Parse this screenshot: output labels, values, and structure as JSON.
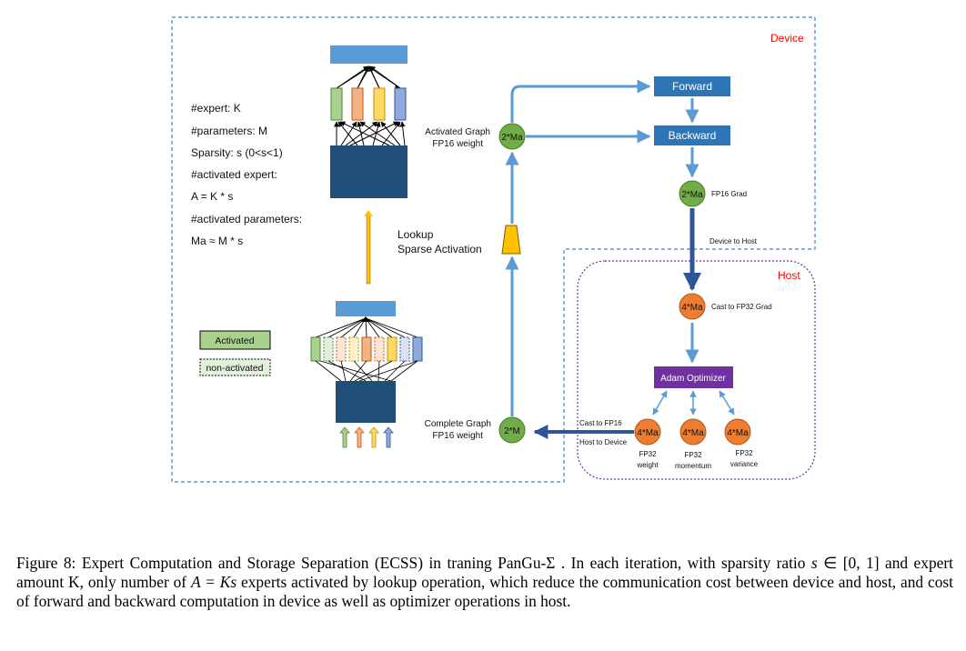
{
  "diagram": {
    "device_label": "Device",
    "host_label": "Host",
    "stats": {
      "experts": "#expert: K",
      "parameters": "#parameters: M",
      "sparsity": "Sparsity: s (0<s<1)",
      "activated_expert": "#activated expert:",
      "activated_expert_formula": "A = K * s",
      "activated_parameters": "#activated parameters:",
      "activated_parameters_formula": "Ma ≈ M * s"
    },
    "legend": {
      "activated": "Activated",
      "non_activated": "non-activated"
    },
    "lookup_label_1": "Lookup",
    "lookup_label_2": "Sparse Activation",
    "activated_graph_1": "Activated Graph",
    "activated_graph_2": "FP16 weight",
    "activated_node": "2*Ma",
    "complete_graph_1": "Complete Graph",
    "complete_graph_2": "FP16 weight",
    "complete_node": "2*M",
    "forward": "Forward",
    "backward": "Backward",
    "grad_node": "2*Ma",
    "grad_label": "FP16 Grad",
    "device_to_host": "Device to Host",
    "fp32_grad_node": "4*Ma",
    "fp32_grad_label": "Cast to FP32 Grad",
    "optimizer": "Adam Optimizer",
    "cast_to_fp16": "Cast to FP16",
    "host_to_device": "Host to Device",
    "state_nodes": [
      {
        "value": "4*Ma",
        "label_1": "FP32",
        "label_2": "weight"
      },
      {
        "value": "4*Ma",
        "label_1": "FP32",
        "label_2": "momentum"
      },
      {
        "value": "4*Ma",
        "label_1": "FP32",
        "label_2": "variance"
      }
    ],
    "colors": {
      "device_border": "#4a7ebb",
      "host_border": "#7030a0",
      "device_label": "#ff0000",
      "host_label": "#ff0000",
      "box_blue": "#2e75b6",
      "dark_block": "#1f4e79",
      "green_node": "#70ad47",
      "orange_node": "#ed7d31",
      "optimizer": "#7030a0",
      "arrow": "#5b9bd5",
      "expert_green": "#a9d18e",
      "expert_orange": "#f4b183",
      "expert_yellow": "#ffd966",
      "expert_blue": "#8faadc",
      "trapezoid": "#ffc000"
    }
  },
  "caption": {
    "prefix": "Figure 8: Expert Computation and Storage Separation (ECSS) in traning PanGu-Σ . In each iteration, with sparsity ratio ",
    "math_s": "s",
    "interval": " ∈ [0, 1]",
    "mid": " and expert amount K, only number of ",
    "math_eq": "A = Ks",
    "suffix": " experts activated by lookup operation, which reduce the communication cost between device and host, and cost of forward and backward computation in device as well as optimizer operations in host."
  }
}
